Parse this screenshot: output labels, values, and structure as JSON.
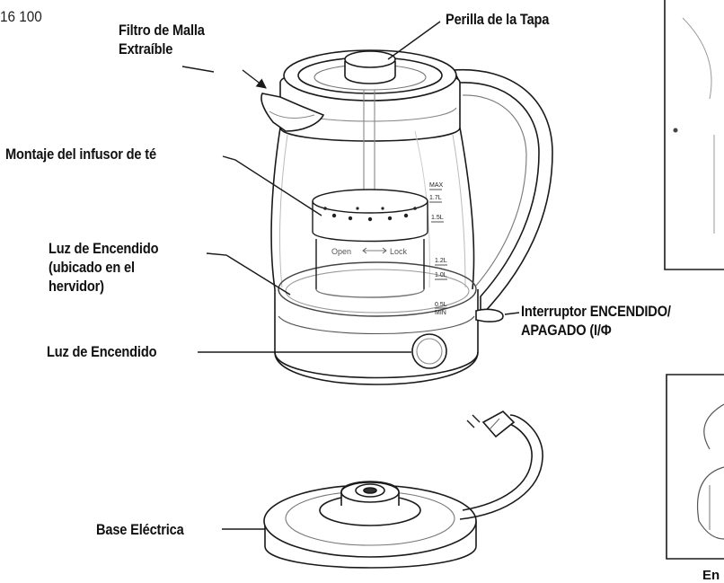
{
  "model_number": "16 100",
  "labels": {
    "mesh_filter": [
      "Filtro de Malla",
      "Extraíble"
    ],
    "lid_knob": "Perilla de la Tapa",
    "tea_infuser": "Montaje del infusor de té",
    "power_light_kettle": [
      "Luz de Encendido",
      "(ubicado en el",
      "hervidor)"
    ],
    "power_switch": [
      "Interruptor ENCENDIDO/",
      "APAGADO (I/Φ"
    ],
    "power_light": "Luz de Encendido",
    "power_base": "Base Eléctrica"
  },
  "infuser_text": {
    "open": "Open",
    "lock": "Lock"
  },
  "water_marks": [
    "MAX",
    "1.7L",
    "1.5L",
    "1.2L",
    "1.0L",
    "0.5L",
    "MIN"
  ],
  "cut_caption": "En",
  "colors": {
    "line": "#1a1a1a",
    "paper": "#ffffff",
    "light_line": "#9a9a9a"
  }
}
